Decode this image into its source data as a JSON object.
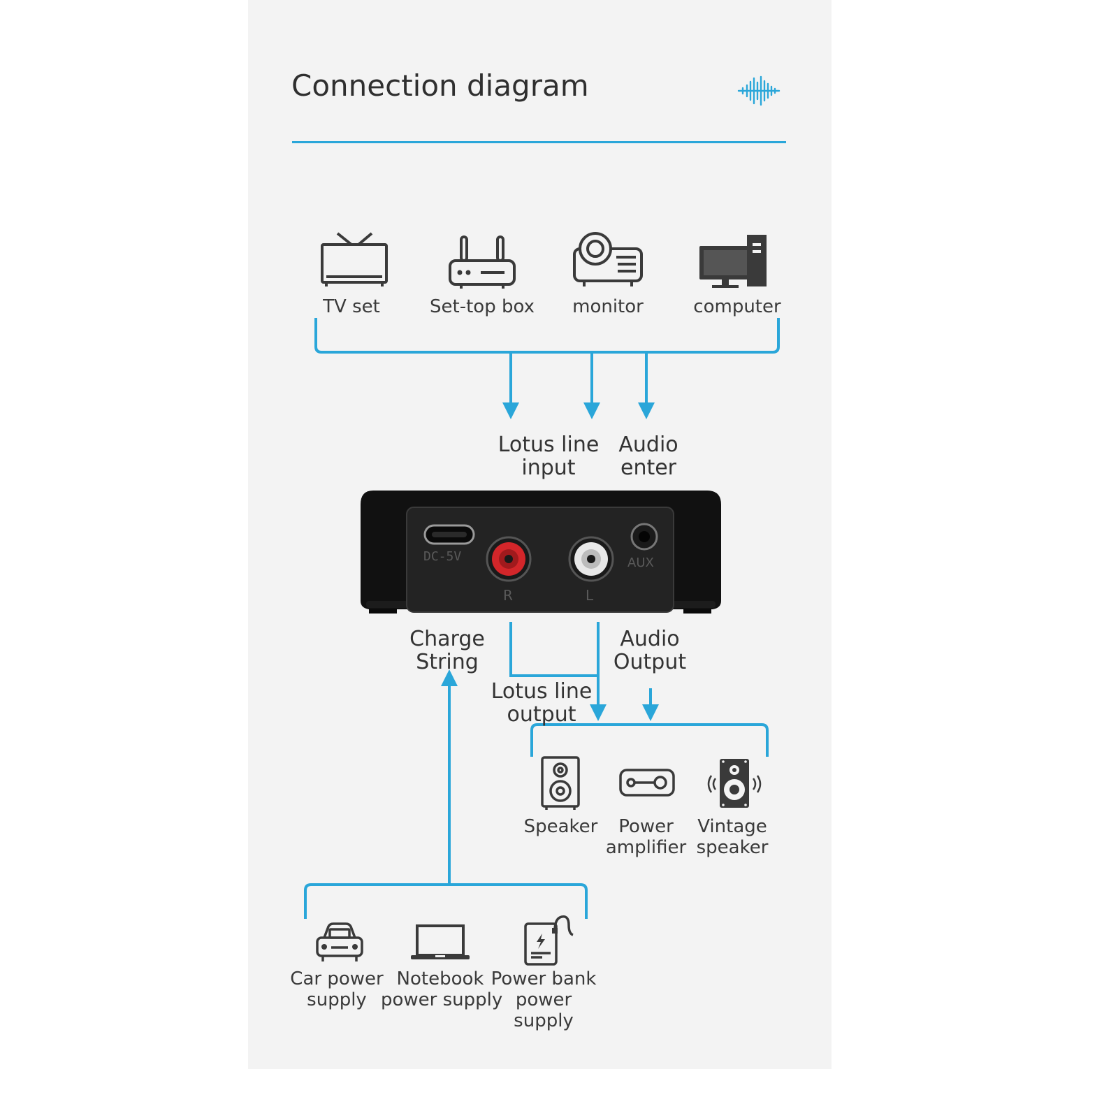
{
  "title": "Connection diagram",
  "colors": {
    "accent": "#2aa6d9",
    "icon": "#3a3a3a",
    "device": "#111111",
    "rca_red": "#d3262a",
    "rca_white": "#e8e8e8"
  },
  "sources": [
    {
      "label": "TV set",
      "icon": "tv-icon"
    },
    {
      "label": "Set-top box",
      "icon": "router-icon"
    },
    {
      "label": "monitor",
      "icon": "projector-icon"
    },
    {
      "label": "computer",
      "icon": "computer-icon"
    }
  ],
  "inputs": {
    "lotus": "Lotus line\ninput",
    "audio": "Audio\nenter"
  },
  "device": {
    "dc_label": "DC-5V",
    "r_label": "R",
    "l_label": "L",
    "aux_label": "AUX"
  },
  "outputs_labels": {
    "charge": "Charge\nString",
    "audio_out": "Audio\nOutput",
    "lotus_out": "Lotus line\noutput"
  },
  "outputs": [
    {
      "label": "Speaker",
      "icon": "speaker-icon"
    },
    {
      "label": "Power\namplifier",
      "icon": "amplifier-icon"
    },
    {
      "label": "Vintage\nspeaker",
      "icon": "vintage-speaker-icon"
    }
  ],
  "power": [
    {
      "label": "Car power\nsupply",
      "icon": "car-icon"
    },
    {
      "label": "Notebook\npower supply",
      "icon": "laptop-icon"
    },
    {
      "label": "Power bank\npower\nsupply",
      "icon": "power-bank-icon"
    }
  ]
}
